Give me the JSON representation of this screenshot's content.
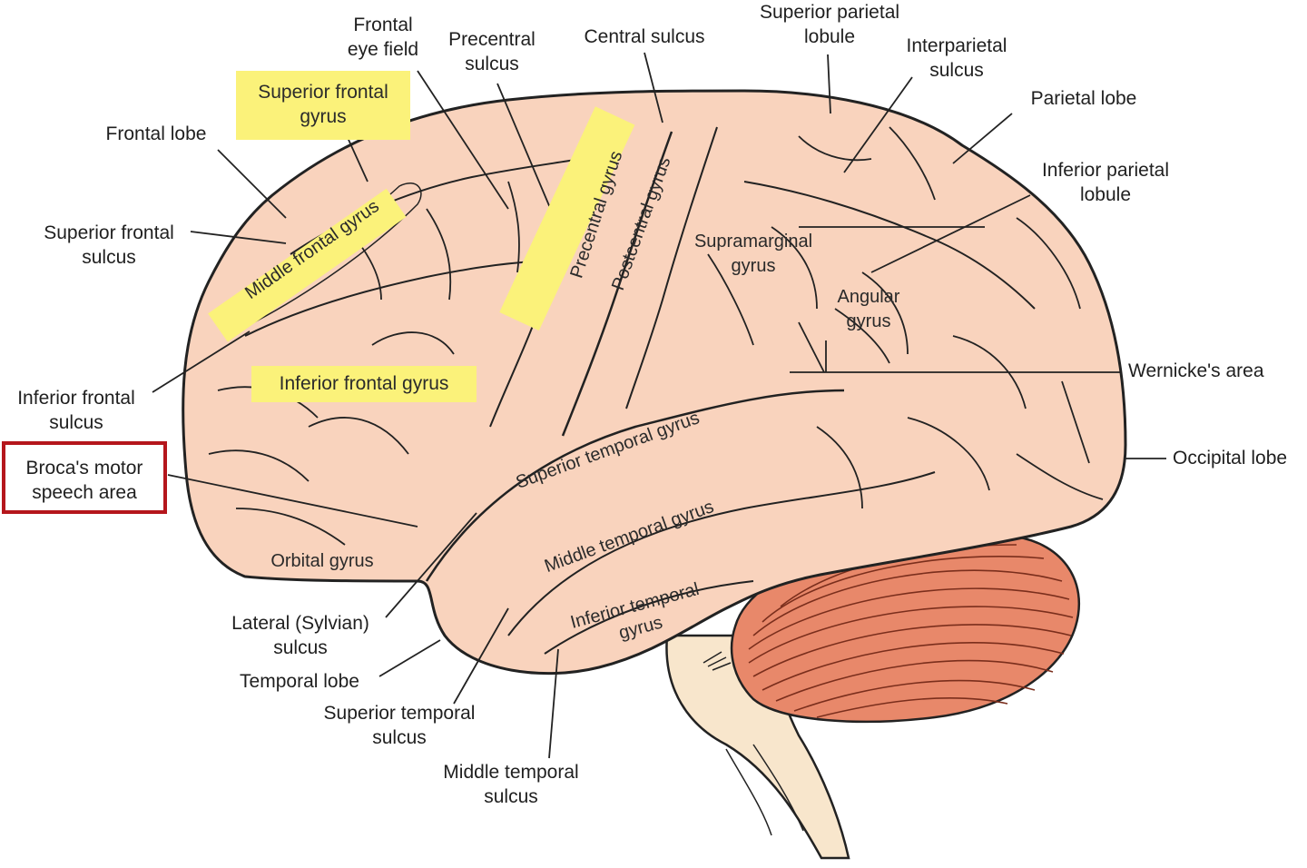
{
  "labels": {
    "frontal_eye_field": "Frontal\neye field",
    "precentral_sulcus": "Precentral\nsulcus",
    "central_sulcus": "Central sulcus",
    "superior_parietal_lobule": "Superior parietal\nlobule",
    "interparietal_sulcus": "Interparietal\nsulcus",
    "parietal_lobe": "Parietal lobe",
    "inferior_parietal_lobule": "Inferior parietal\nlobule",
    "superior_frontal_gyrus": "Superior frontal\ngyrus",
    "frontal_lobe": "Frontal lobe",
    "superior_frontal_sulcus": "Superior frontal\nsulcus",
    "middle_frontal_gyrus": "Middle frontal gyrus",
    "precentral_gyrus": "Precentral gyrus",
    "postcentral_gyrus": "Postcentral gyrus",
    "supramarginal_gyrus": "Supramarginal\ngyrus",
    "angular_gyrus": "Angular\ngyrus",
    "inferior_frontal_gyrus": "Inferior frontal gyrus",
    "wernickes_area": "Wernicke's area",
    "inferior_frontal_sulcus": "Inferior frontal\nsulcus",
    "brocas_area": "Broca's motor\nspeech area",
    "superior_temporal_gyrus": "Superior temporal gyrus",
    "occipital_lobe": "Occipital lobe",
    "middle_temporal_gyrus": "Middle temporal gyrus",
    "orbital_gyrus": "Orbital gyrus",
    "inferior_temporal_gyrus": "Inferior temporal\ngyrus",
    "lateral_sylvian_sulcus": "Lateral (Sylvian)\nsulcus",
    "temporal_lobe": "Temporal lobe",
    "superior_temporal_sulcus": "Superior temporal\nsulcus",
    "middle_temporal_sulcus": "Middle temporal\nsulcus"
  },
  "colors": {
    "cortex": "#f9d3bd",
    "cerebellum": "#e8886a",
    "brainstem": "#f8e6cc",
    "highlight": "#fbf27a",
    "emphasis_border": "#b5161c"
  }
}
